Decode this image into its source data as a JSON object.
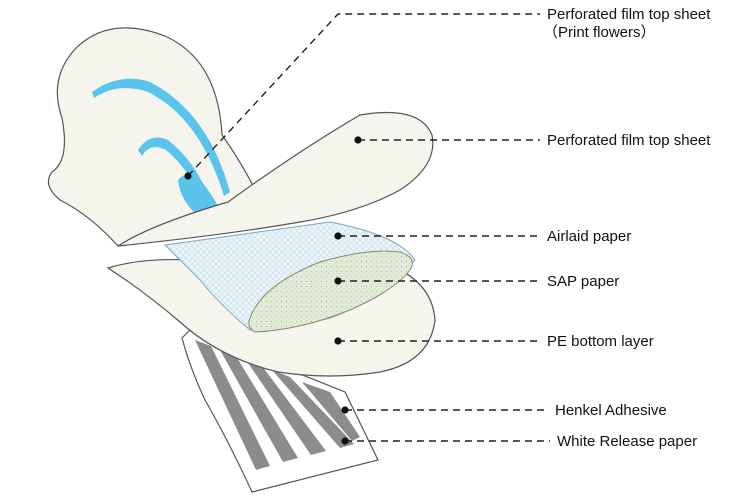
{
  "labels": {
    "top_sheet_print": "Perforated film top sheet",
    "top_sheet_print_sub": "（Print flowers）",
    "top_sheet": "Perforated film top sheet",
    "airlaid": "Airlaid paper",
    "sap": "SAP  paper",
    "pe_bottom": "PE bottom layer",
    "adhesive": "Henkel Adhesive",
    "release": "White Release paper"
  },
  "colors": {
    "pad_fill": "#f6f5ed",
    "outline": "#555555",
    "print_blue": "#5bc4ec",
    "airlaid_fill": "#eaf4f9",
    "sap_fill": "#e3ecd8",
    "adhesive_stripe": "#8a8a8a",
    "release_fill": "#ffffff"
  }
}
